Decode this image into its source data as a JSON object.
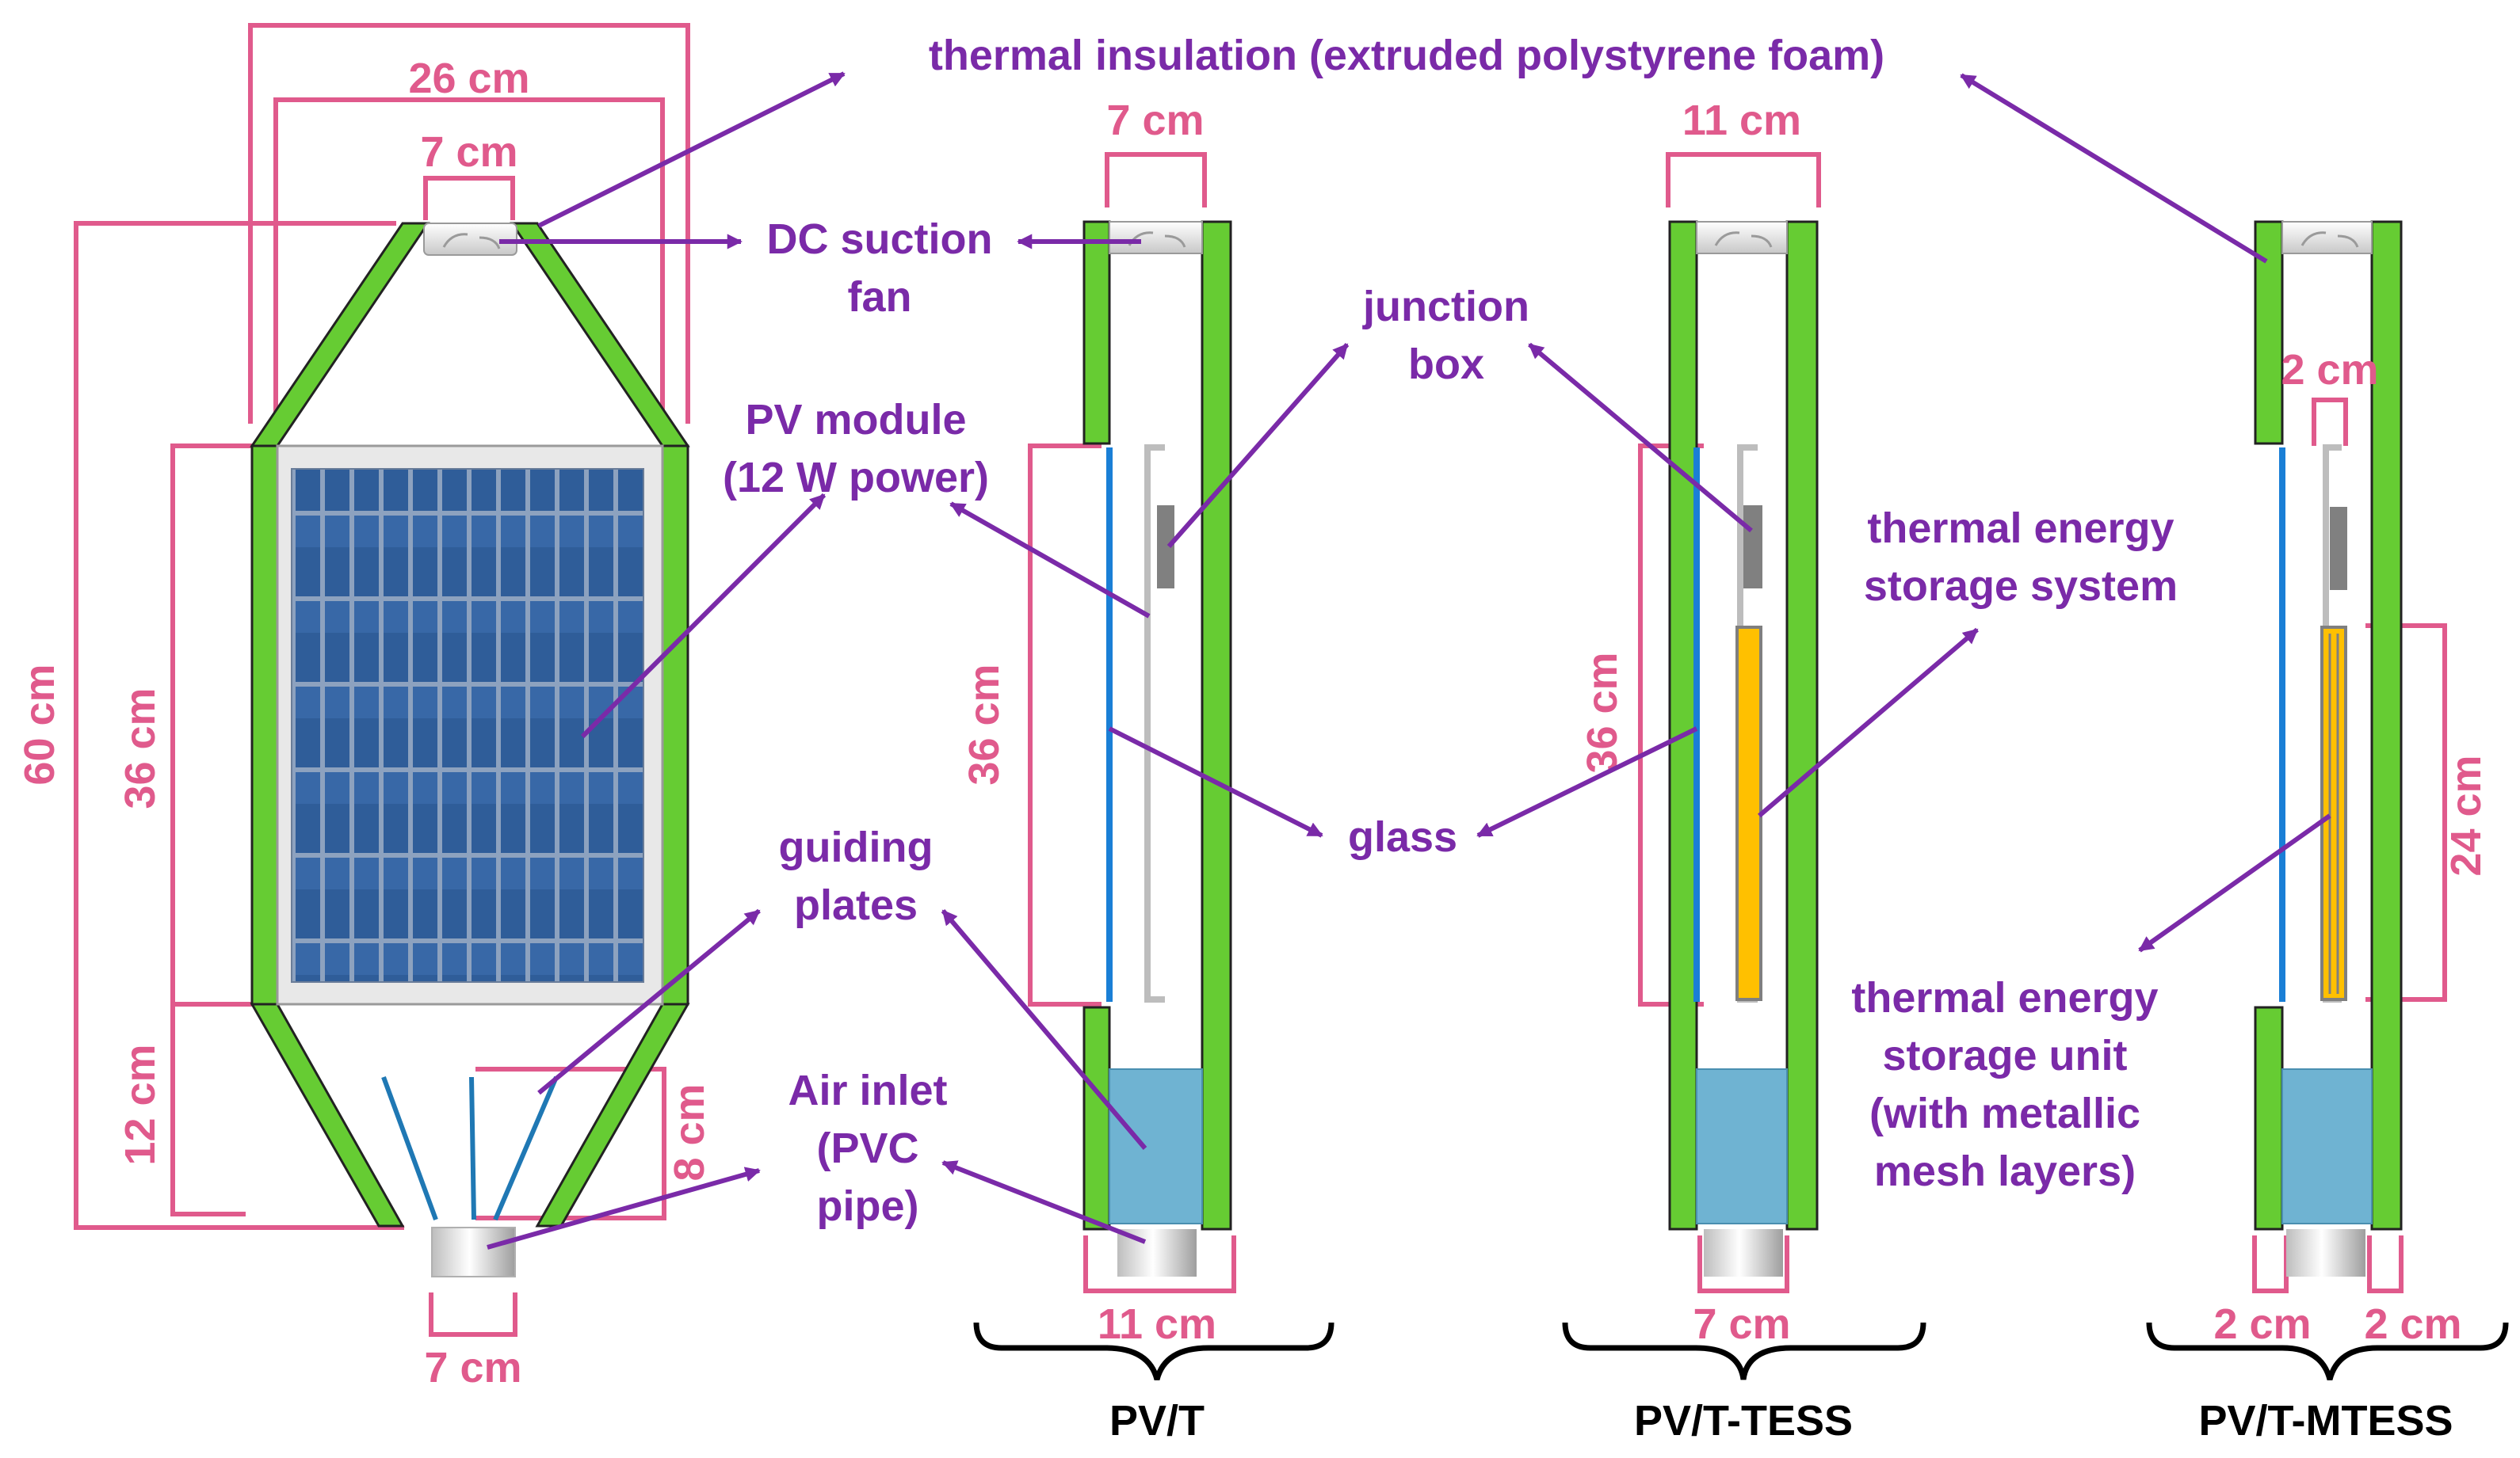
{
  "labels": {
    "insulation": "thermal insulation (extruded polystyrene foam)",
    "fan_line1": "DC suction",
    "fan_line2": "fan",
    "junction_line1": "junction",
    "junction_line2": "box",
    "pv_line1": "PV module",
    "pv_line2": "(12 W power)",
    "tess_line1": "thermal energy",
    "tess_line2": "storage system",
    "glass": "glass",
    "guiding_line1": "guiding",
    "guiding_line2": "plates",
    "inlet_line1": "Air inlet",
    "inlet_line2": "(PVC",
    "inlet_line3": "pipe)",
    "mtess_line1": "thermal energy",
    "mtess_line2": "storage unit",
    "mtess_line3": "(with metallic",
    "mtess_line4": "mesh layers)"
  },
  "dimensions": {
    "front_width": "26 cm",
    "front_top_outlet": "7 cm",
    "front_height": "60 cm",
    "front_pv_height": "36 cm",
    "front_bottom_height": "12 cm",
    "front_guide_height": "8 cm",
    "front_bottom_inlet": "7 cm",
    "pvt_top": "7 cm",
    "pvt_height": "36 cm",
    "pvt_bottom": "11 cm",
    "tess_top": "11 cm",
    "tess_height": "36 cm",
    "tess_bottom": "7 cm",
    "mtess_gap": "2 cm",
    "mtess_height": "24 cm",
    "mtess_bottom_left": "2 cm",
    "mtess_bottom_right": "2 cm"
  },
  "captions": {
    "pvt": "PV/T",
    "pvt_tess": "PV/T-TESS",
    "pvt_mtess": "PV/T-MTESS"
  },
  "colors": {
    "insulation": "#66cc33",
    "glass": "#1a7fd6",
    "duct": "#6fb3d2",
    "storage": "#ffc000",
    "dimension": "#e05a8c",
    "annotation": "#7a2aa8"
  }
}
